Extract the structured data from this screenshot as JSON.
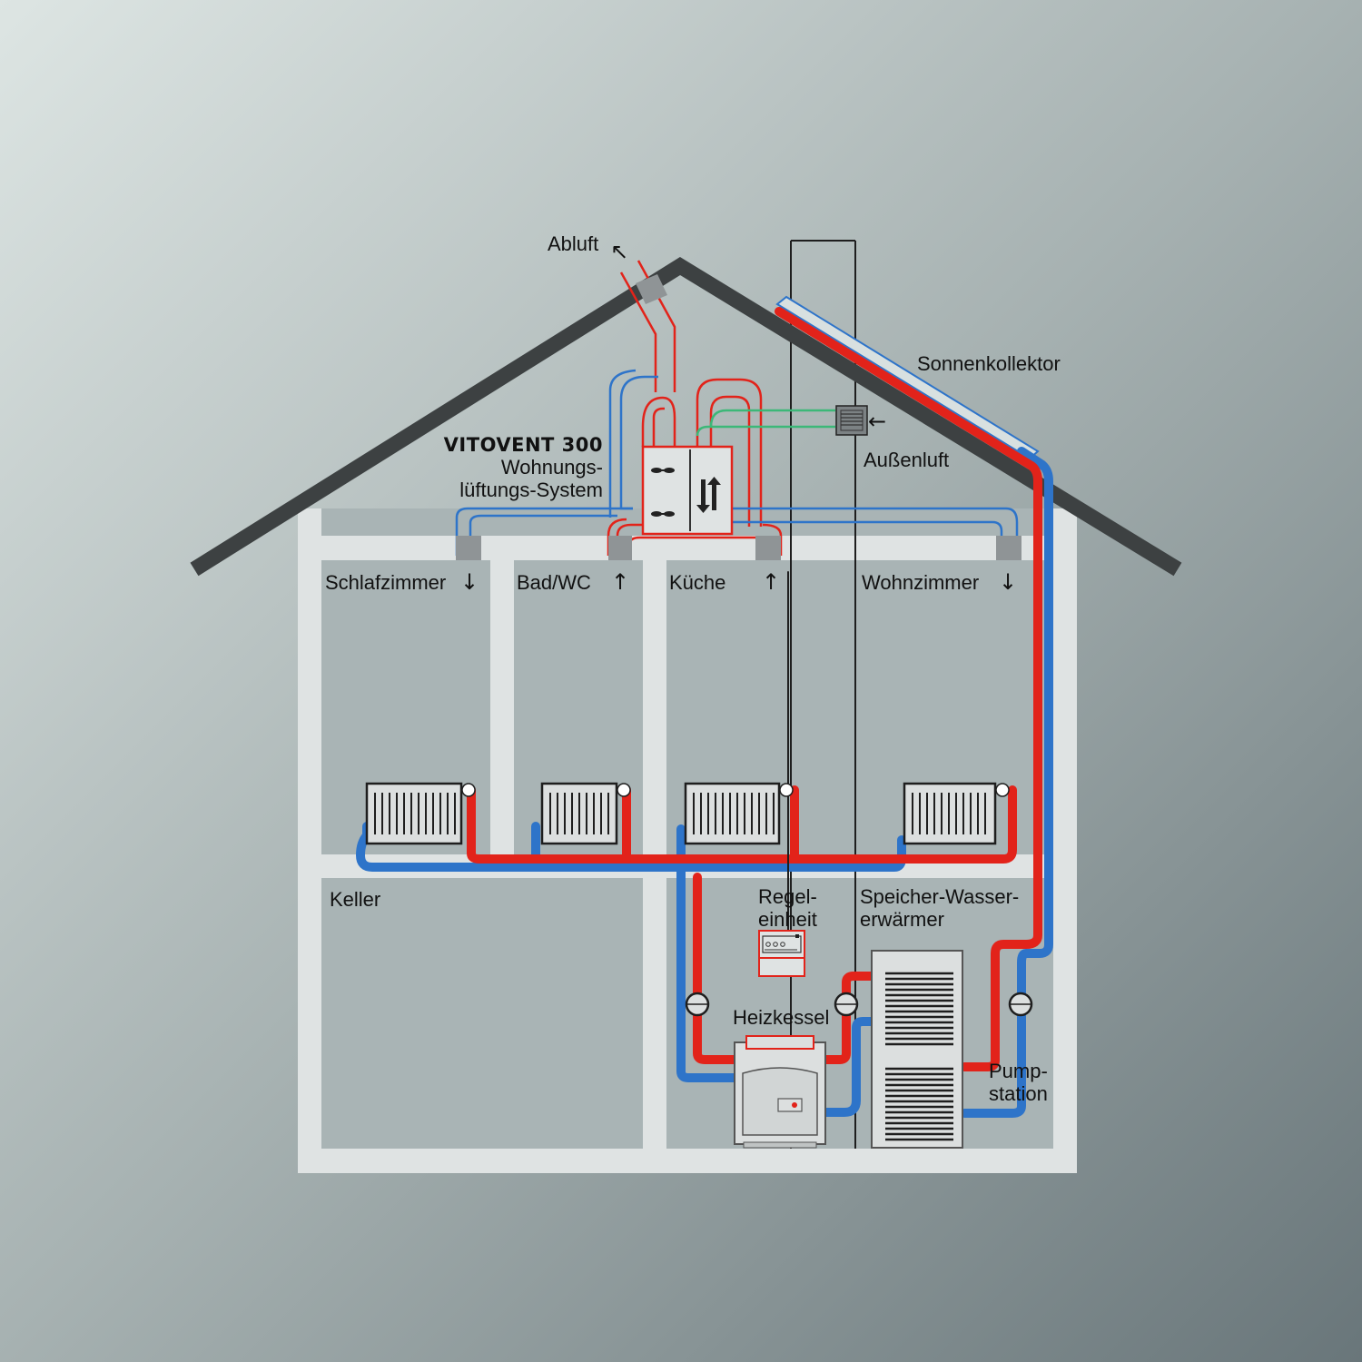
{
  "colors": {
    "background_light": "#dde5e3",
    "background_dark": "#69767a",
    "house_wall": "#dfe3e3",
    "room": "#a9b4b5",
    "roof": "#3d4142",
    "hot_pipe": "#e2231a",
    "cold_pipe": "#2e74c9",
    "outside_air_duct": "#3cb878",
    "duct_sleeve": "#8f9496"
  },
  "system": {
    "name": "VITOVENT 300",
    "subtitle_line1": "Wohnungs-",
    "subtitle_line2": "lüftungs-System"
  },
  "labels": {
    "exhaust": "Abluft",
    "outside_air": "Außenluft",
    "solar_collector": "Sonnenkollektor",
    "cellar": "Keller",
    "control_unit_line1": "Regel-",
    "control_unit_line2": "einheit",
    "tank_line1": "Speicher-Wasser-",
    "tank_line2": "erwärmer",
    "boiler": "Heizkessel",
    "pump_station_line1": "Pump-",
    "pump_station_line2": "station"
  },
  "rooms": [
    {
      "name": "Schlafzimmer",
      "arrow": "↓"
    },
    {
      "name": "Bad/WC",
      "arrow": "↑"
    },
    {
      "name": "Küche",
      "arrow": "↑"
    },
    {
      "name": "Wohnzimmer",
      "arrow": "↓"
    }
  ],
  "arrows": {
    "exhaust": "↖",
    "outside_air": "←"
  }
}
